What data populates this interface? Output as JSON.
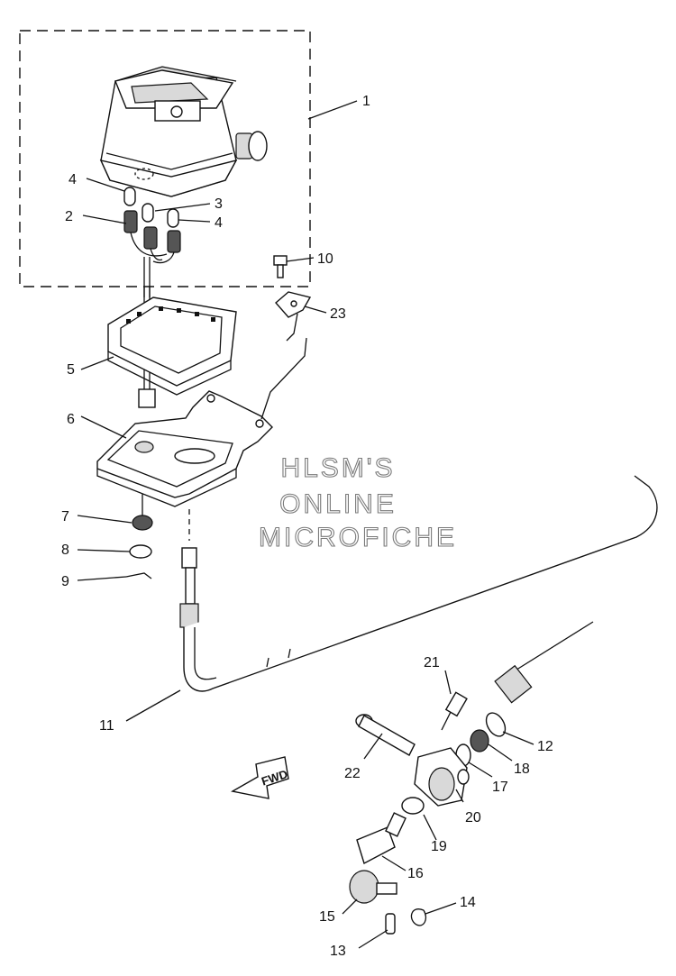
{
  "watermark": {
    "line1": "HLSM'S",
    "line2": "ONLINE",
    "line3": "MICROFICHE"
  },
  "direction_marker": {
    "text": "FWD",
    "icon": "fwd-arrow-icon"
  },
  "parts": [
    {
      "ref": "1"
    },
    {
      "ref": "2"
    },
    {
      "ref": "3"
    },
    {
      "ref": "4"
    },
    {
      "ref": "4"
    },
    {
      "ref": "5"
    },
    {
      "ref": "6"
    },
    {
      "ref": "7"
    },
    {
      "ref": "8"
    },
    {
      "ref": "9"
    },
    {
      "ref": "10"
    },
    {
      "ref": "11"
    },
    {
      "ref": "12"
    },
    {
      "ref": "13"
    },
    {
      "ref": "14"
    },
    {
      "ref": "15"
    },
    {
      "ref": "16"
    },
    {
      "ref": "17"
    },
    {
      "ref": "18"
    },
    {
      "ref": "19"
    },
    {
      "ref": "20"
    },
    {
      "ref": "21"
    },
    {
      "ref": "22"
    },
    {
      "ref": "23"
    }
  ]
}
